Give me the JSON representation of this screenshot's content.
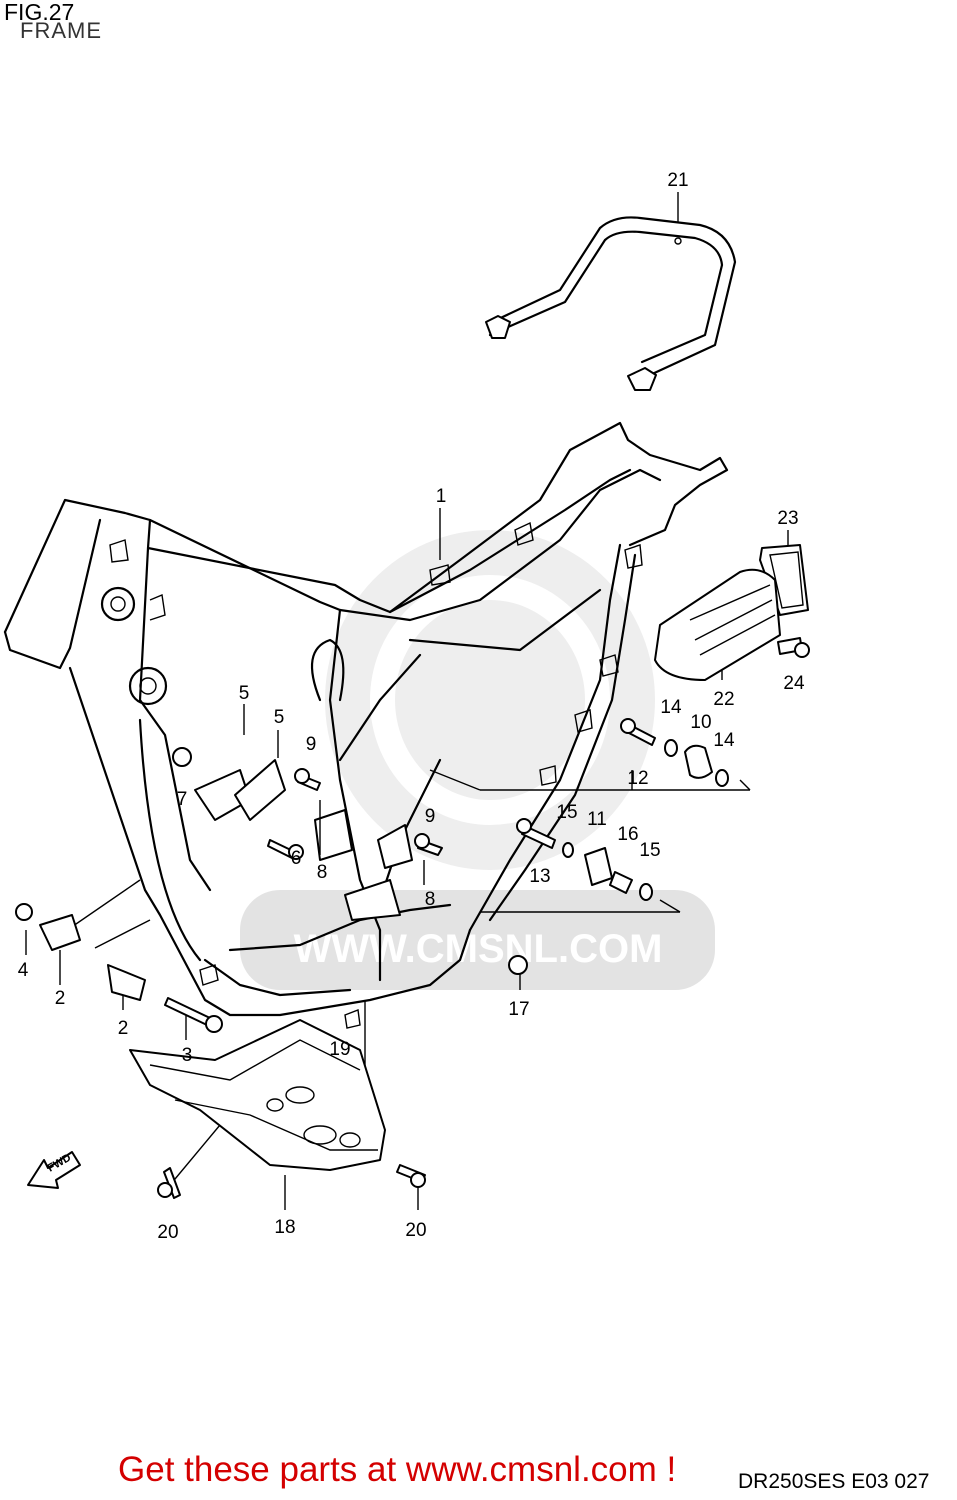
{
  "header": {
    "fig_label": "FIG.27",
    "title": "FRAME"
  },
  "watermark": {
    "text": "WWW.CMSNL.COM"
  },
  "fwd_label": "FWD",
  "callouts": [
    {
      "id": "c21a",
      "text": "21"
    },
    {
      "id": "c1",
      "text": "1"
    },
    {
      "id": "c23",
      "text": "23"
    },
    {
      "id": "c22",
      "text": "22"
    },
    {
      "id": "c24",
      "text": "24"
    },
    {
      "id": "c5a",
      "text": "5"
    },
    {
      "id": "c5b",
      "text": "5"
    },
    {
      "id": "c9a",
      "text": "9"
    },
    {
      "id": "c7",
      "text": "7"
    },
    {
      "id": "c6",
      "text": "6"
    },
    {
      "id": "c8a",
      "text": "8"
    },
    {
      "id": "c9b",
      "text": "9"
    },
    {
      "id": "c8b",
      "text": "8"
    },
    {
      "id": "c14a",
      "text": "14"
    },
    {
      "id": "c10",
      "text": "10"
    },
    {
      "id": "c14b",
      "text": "14"
    },
    {
      "id": "c12",
      "text": "12"
    },
    {
      "id": "c15a",
      "text": "15"
    },
    {
      "id": "c11",
      "text": "11"
    },
    {
      "id": "c16",
      "text": "16"
    },
    {
      "id": "c15b",
      "text": "15"
    },
    {
      "id": "c13",
      "text": "13"
    },
    {
      "id": "c17",
      "text": "17"
    },
    {
      "id": "c4",
      "text": "4"
    },
    {
      "id": "c2a",
      "text": "2"
    },
    {
      "id": "c2b",
      "text": "2"
    },
    {
      "id": "c3",
      "text": "3"
    },
    {
      "id": "c19",
      "text": "19"
    },
    {
      "id": "c20a",
      "text": "20"
    },
    {
      "id": "c18",
      "text": "18"
    },
    {
      "id": "c20b",
      "text": "20"
    }
  ],
  "footer": {
    "promo": "Get these parts at www.cmsnl.com !",
    "model_code": "DR250SES E03  027"
  }
}
